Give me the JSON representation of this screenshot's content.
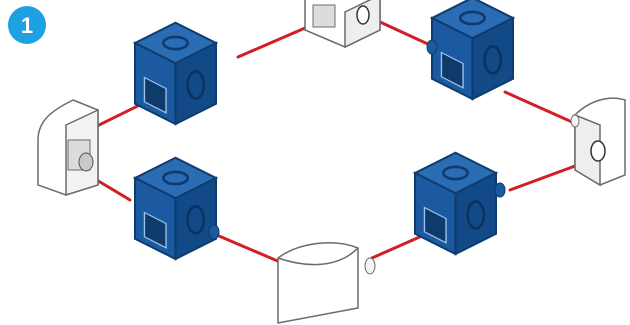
{
  "step": {
    "number": "1"
  },
  "colors": {
    "step_badge": "#1da1e0",
    "blue_cube_top": "#2a6db5",
    "blue_cube_left": "#1b5aa0",
    "blue_cube_right": "#124a88",
    "connector_line": "#d21f26",
    "white_part": "#ffffff",
    "white_part_shade": "#e6e6e6",
    "outline": "#6b6b6b"
  },
  "parts": {
    "blue_cubes": 4,
    "white_rounded_connectors": 4
  }
}
